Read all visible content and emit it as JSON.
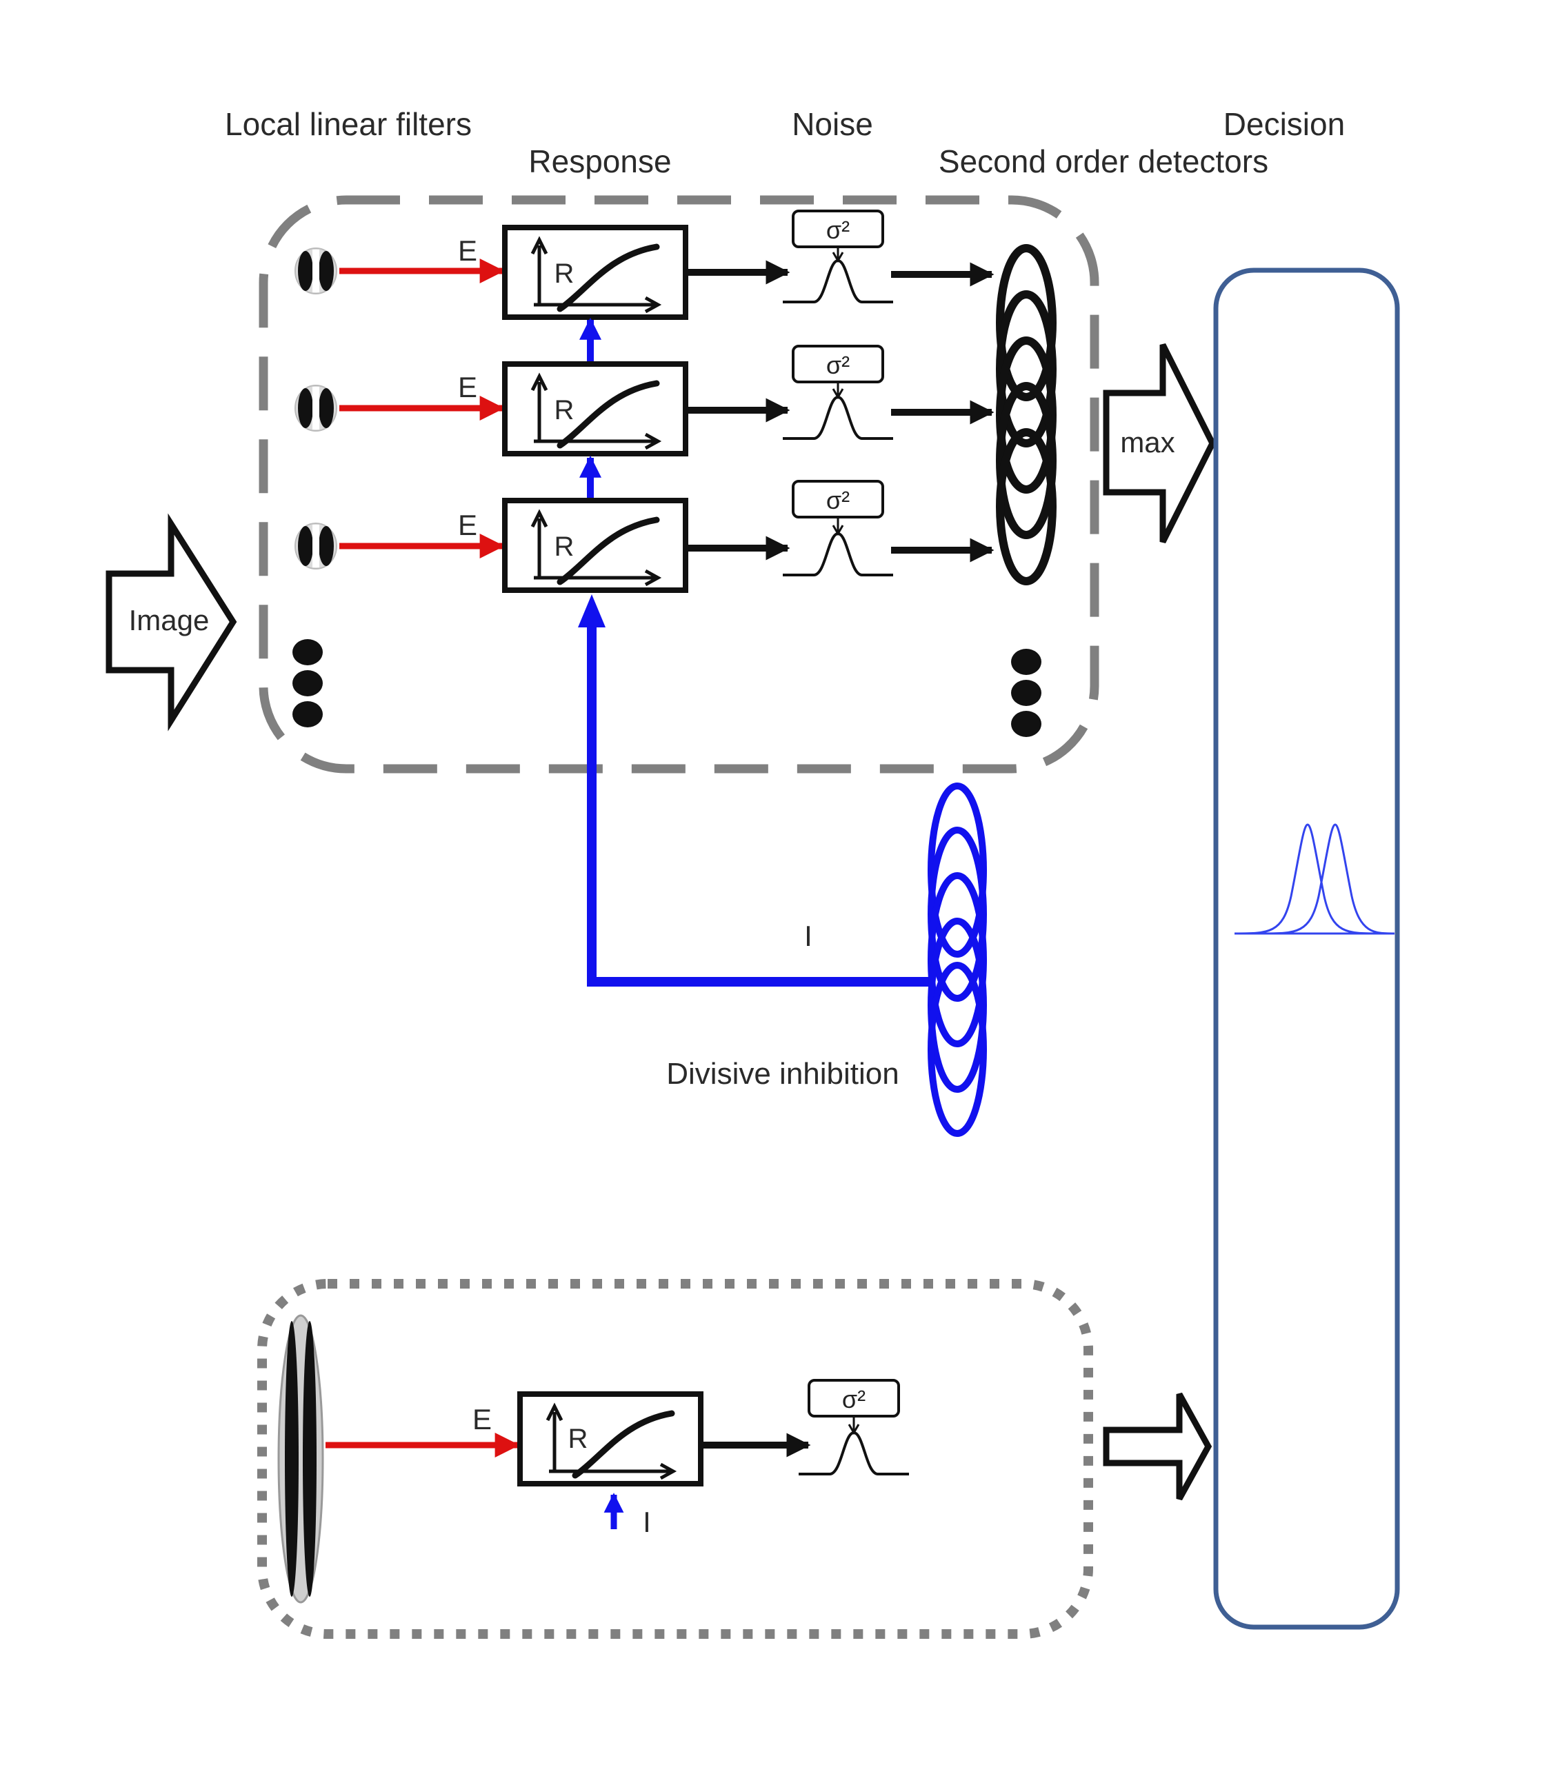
{
  "labels": {
    "local_linear_filters": "Local linear filters",
    "response": "Response",
    "noise": "Noise",
    "second_order_detectors": "Second order detectors",
    "decision": "Decision",
    "image": "Image",
    "max": "max",
    "divisive_inhibition": "Divisive inhibition",
    "excitation": "E",
    "inhibition": "I",
    "response_axis": "R",
    "noise_variance": "σ²"
  },
  "colors": {
    "excitatory_path": "#dd1111",
    "inhibitory_path": "#1111ee",
    "decision_box": "#3f5f94",
    "decision_curves": "#3344ee",
    "dashed_group": "#808080",
    "dotted_group": "#808080",
    "ink": "#111111"
  },
  "icons": {
    "filter": "gabor-filter-icon",
    "sigmoid": "sigmoid-response-icon",
    "noise": "gaussian-noise-icon",
    "detector": "elongated-ellipse-stack-icon",
    "inhibition_pool": "blue-ellipse-stack-icon",
    "decision_distributions": "overlapping-gaussians-icon"
  }
}
